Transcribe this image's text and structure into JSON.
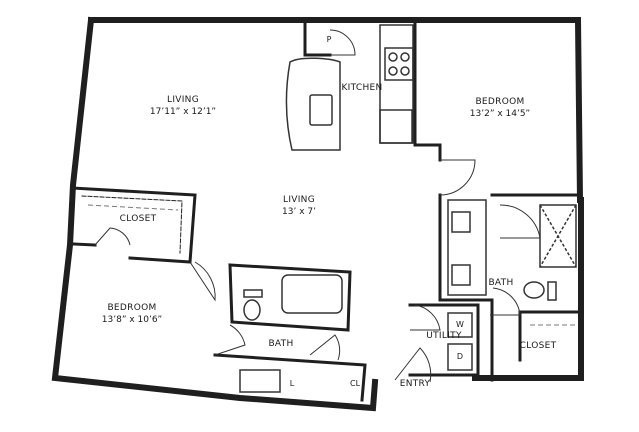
{
  "rooms": {
    "living_main": {
      "name": "LIVING",
      "dim": "17’11” x 12’1”"
    },
    "living_center": {
      "name": "LIVING",
      "dim": "13’ x 7’"
    },
    "kitchen": {
      "name": "KITCHEN"
    },
    "bedroom_right": {
      "name": "BEDROOM",
      "dim": "13’2” x 14’5”"
    },
    "bedroom_left": {
      "name": "BEDROOM",
      "dim": "13’8” x 10’6”"
    },
    "closet_left": {
      "name": "CLOSET"
    },
    "closet_right": {
      "name": "CLOSET"
    },
    "bath_right": {
      "name": "BATH"
    },
    "bath_left": {
      "name": "BATH"
    },
    "utility": {
      "name": "UTILITY"
    },
    "entry": {
      "name": "ENTRY"
    }
  },
  "fixtures": {
    "pantry": "P",
    "washer": "W",
    "dryer": "D",
    "linen": "L",
    "closet_small": "CL"
  },
  "colors": {
    "wall": "#1f1f1f",
    "wall_fill": "#ffffff",
    "fixture": "#333333",
    "accent": "#777777"
  }
}
